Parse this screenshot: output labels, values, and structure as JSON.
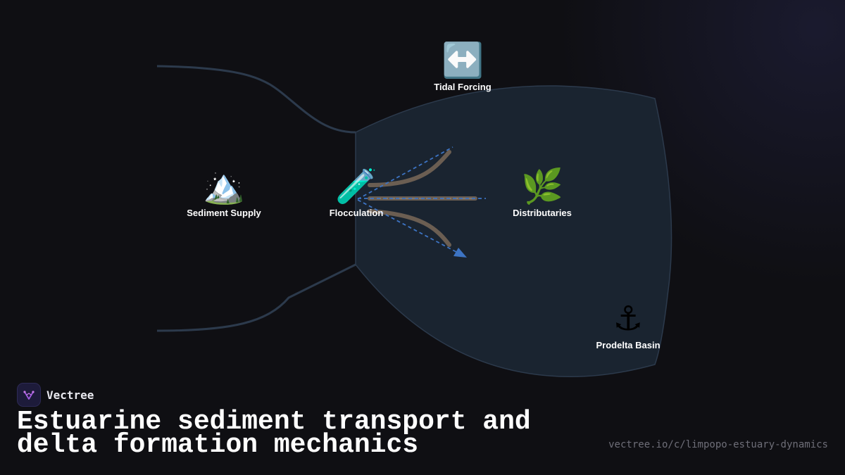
{
  "diagram": {
    "nodes": [
      {
        "id": "tidal-forcing",
        "icon": "left-right-arrow-icon",
        "glyph": "↔️",
        "label": "Tidal Forcing"
      },
      {
        "id": "sediment-supply",
        "icon": "snow-capped-mountain-icon",
        "glyph": "🏔️",
        "label": "Sediment Supply"
      },
      {
        "id": "flocculation",
        "icon": "test-tube-icon",
        "glyph": "🧪",
        "label": "Flocculation"
      },
      {
        "id": "distributaries",
        "icon": "herb-icon",
        "glyph": "🌿",
        "label": "Distributaries"
      },
      {
        "id": "prodelta-basin",
        "icon": "anchor-icon",
        "glyph": "⚓",
        "label": "Prodelta Basin"
      }
    ],
    "colors": {
      "background": "#0f0f13",
      "basin_fill": "#1a2430",
      "channel_stroke": "#2c3a4c",
      "distributary_stroke": "#6b5e52",
      "flow_arrow": "#3d74c4"
    }
  },
  "footer": {
    "brand": "Vectree",
    "title": "Estuarine sediment transport and delta formation mechanics",
    "url": "vectree.io/c/limpopo-estuary-dynamics"
  }
}
